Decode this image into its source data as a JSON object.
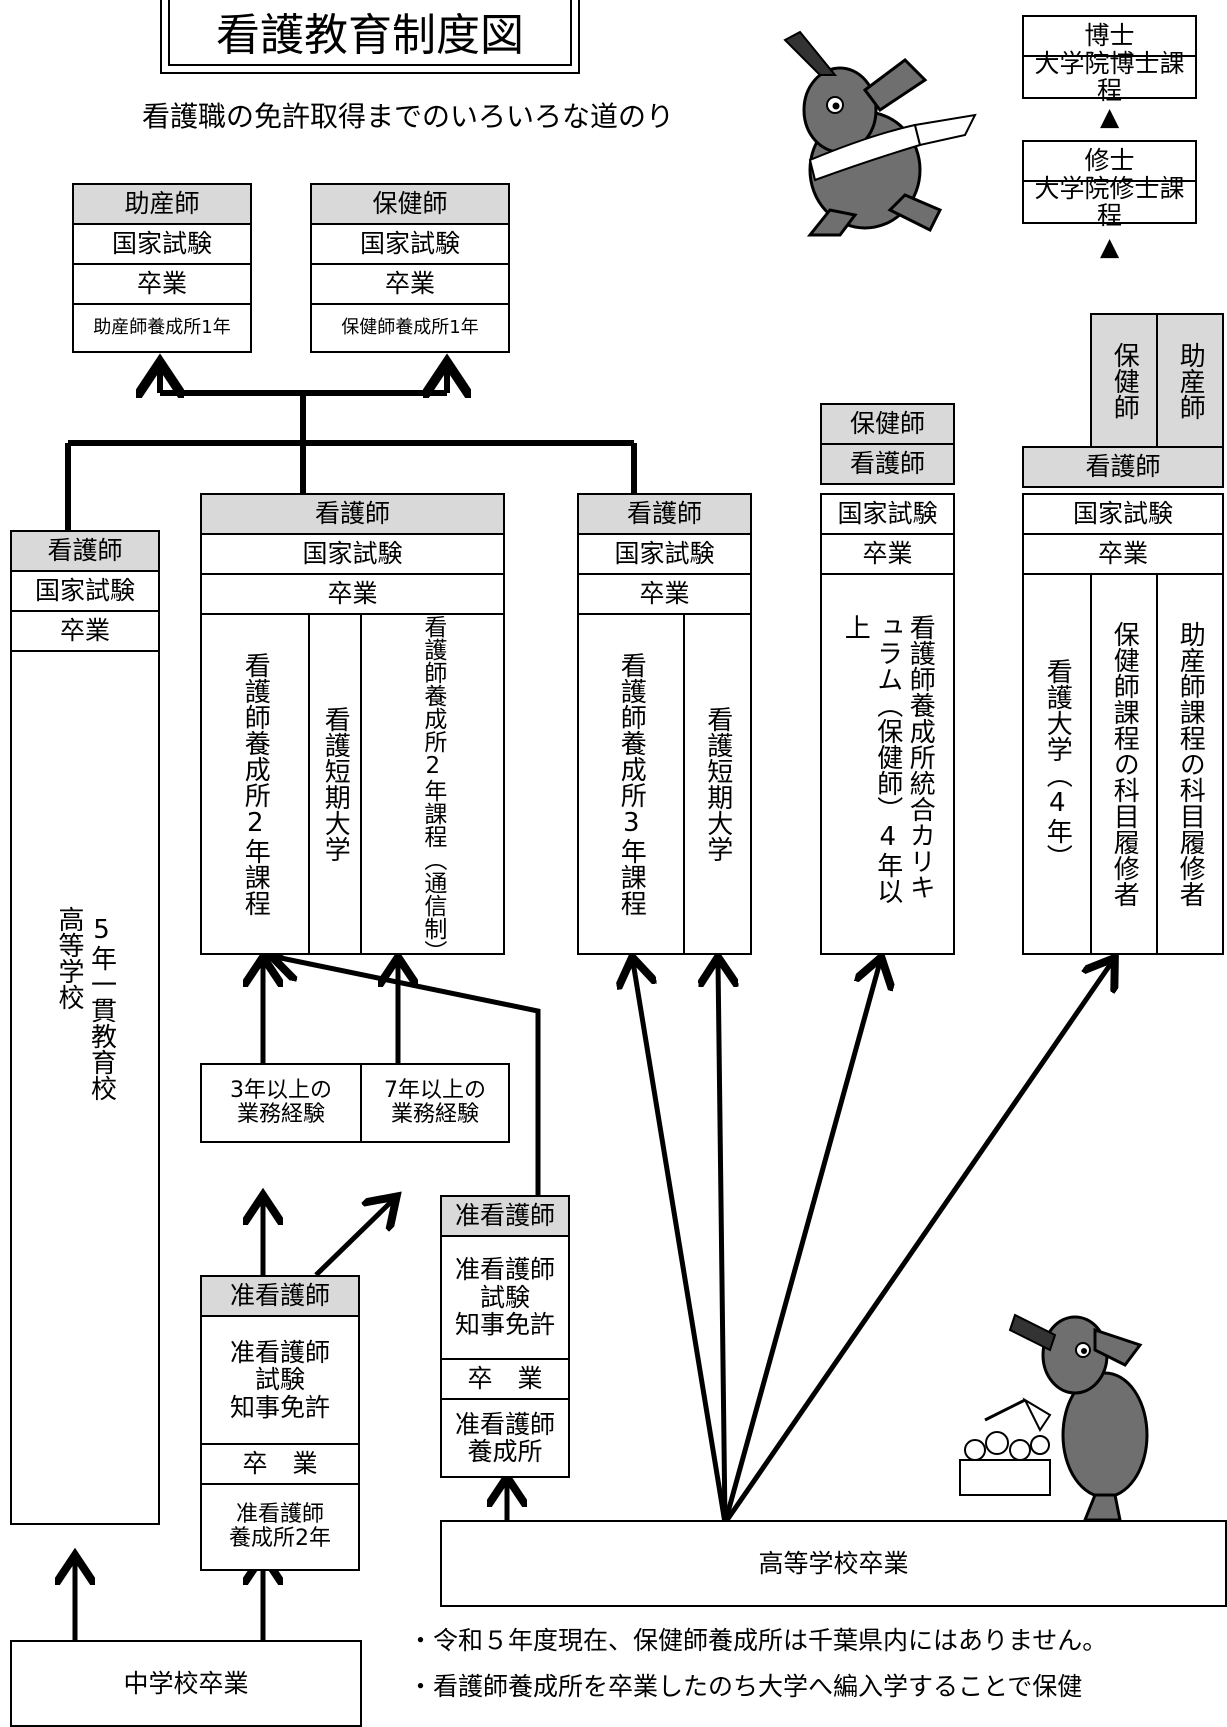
{
  "title": "看護教育制度図",
  "subtitle": "看護職の免許取得までのいろいろな道のり",
  "grad": {
    "doctor": "博士",
    "doctor_course": "大学院博士課程",
    "master": "修士",
    "master_course": "大学院修士課程",
    "arrow": "▲"
  },
  "midwife": {
    "head": "助産師",
    "exam": "国家試験",
    "grad": "卒業",
    "school": "助産師養成所1年"
  },
  "phn": {
    "head": "保健師",
    "exam": "国家試験",
    "grad": "卒業",
    "school": "保健師養成所1年"
  },
  "col5": {
    "head": "看護師",
    "exam": "国家試験",
    "grad": "卒業",
    "body": "5年一貫教育校",
    "body2": "高等学校"
  },
  "col2": {
    "head": "看護師",
    "exam": "国家試験",
    "grad": "卒業",
    "sub1": "看護師養成所2年課程",
    "sub2": "看護短期大学",
    "sub3": "看護師養成所2年課程（通信制）"
  },
  "exp": {
    "left": "3年以上の\n業務経験",
    "right": "7年以上の\n業務経験"
  },
  "assoc1": {
    "head": "准看護師",
    "exam": "准看護師\n試験\n知事免許",
    "grad": "卒　業",
    "school": "准看護師\n養成所2年"
  },
  "assoc2": {
    "head": "准看護師",
    "exam": "准看護師\n試験\n知事免許",
    "grad": "卒　業",
    "school": "准看護師\n養成所"
  },
  "col3": {
    "head": "看護師",
    "exam": "国家試験",
    "grad": "卒業",
    "sub1": "看護師養成所3年課程",
    "sub2": "看護短期大学"
  },
  "integ": {
    "top": "保健師",
    "head": "看護師",
    "exam": "国家試験",
    "grad": "卒業",
    "body": "看護師養成所統合カリキュラム（保健師）4年以上"
  },
  "univ": {
    "top_phn": "保健師",
    "top_mw": "助産師",
    "head": "看護師",
    "exam": "国家試験",
    "grad": "卒業",
    "sub1": "看護大学（4年）",
    "sub2": "保健師課程の科目履修者",
    "sub3": "助産師課程の科目履修者"
  },
  "hs_grad": "高等学校卒業",
  "jhs_grad": "中学校卒業",
  "notes": [
    "・令和５年度現在、保健師養成所は千葉県内にはありません。",
    "・看護師養成所を卒業したのち大学へ編入学することで保健"
  ]
}
